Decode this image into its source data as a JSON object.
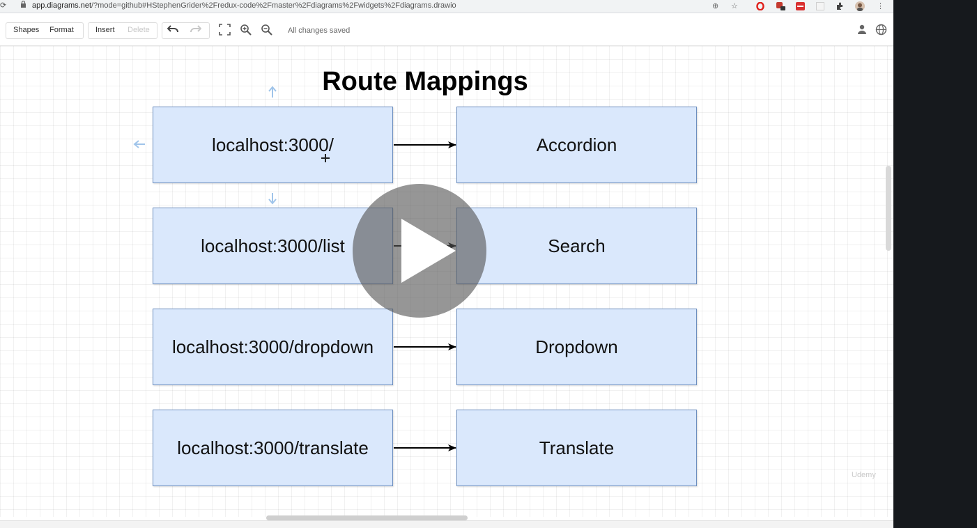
{
  "browser": {
    "url_host": "app.diagrams.net",
    "url_rest": "/?mode=github#HStephenGrider%2Fredux-code%2Fmaster%2Fdiagrams%2Fwidgets%2Fdiagrams.drawio",
    "extension_icons": [
      "location-icon",
      "star-icon",
      "opera-icon",
      "extension-icon",
      "red-extension-icon",
      "blank-extension-icon",
      "puzzle-icon",
      "profile-avatar",
      "kebab-menu-icon"
    ]
  },
  "toolbar": {
    "shapes_label": "Shapes",
    "format_label": "Format",
    "insert_label": "Insert",
    "delete_label": "Delete",
    "status_text": "All changes saved",
    "icons": [
      "undo-icon",
      "redo-icon",
      "fullscreen-icon",
      "zoom-in-icon",
      "zoom-out-icon",
      "user-icon",
      "globe-icon"
    ]
  },
  "diagram": {
    "title": "Route Mappings",
    "rows": [
      {
        "route": "localhost:3000/",
        "component": "Accordion"
      },
      {
        "route": "localhost:3000/list",
        "component": "Search"
      },
      {
        "route": "localhost:3000/dropdown",
        "component": "Dropdown"
      },
      {
        "route": "localhost:3000/translate",
        "component": "Translate"
      }
    ],
    "node_fill": "#dae8fc",
    "node_stroke": "#6c8ebf"
  },
  "overlay": {
    "play_icon": "play-icon",
    "watermark": "Udemy"
  }
}
